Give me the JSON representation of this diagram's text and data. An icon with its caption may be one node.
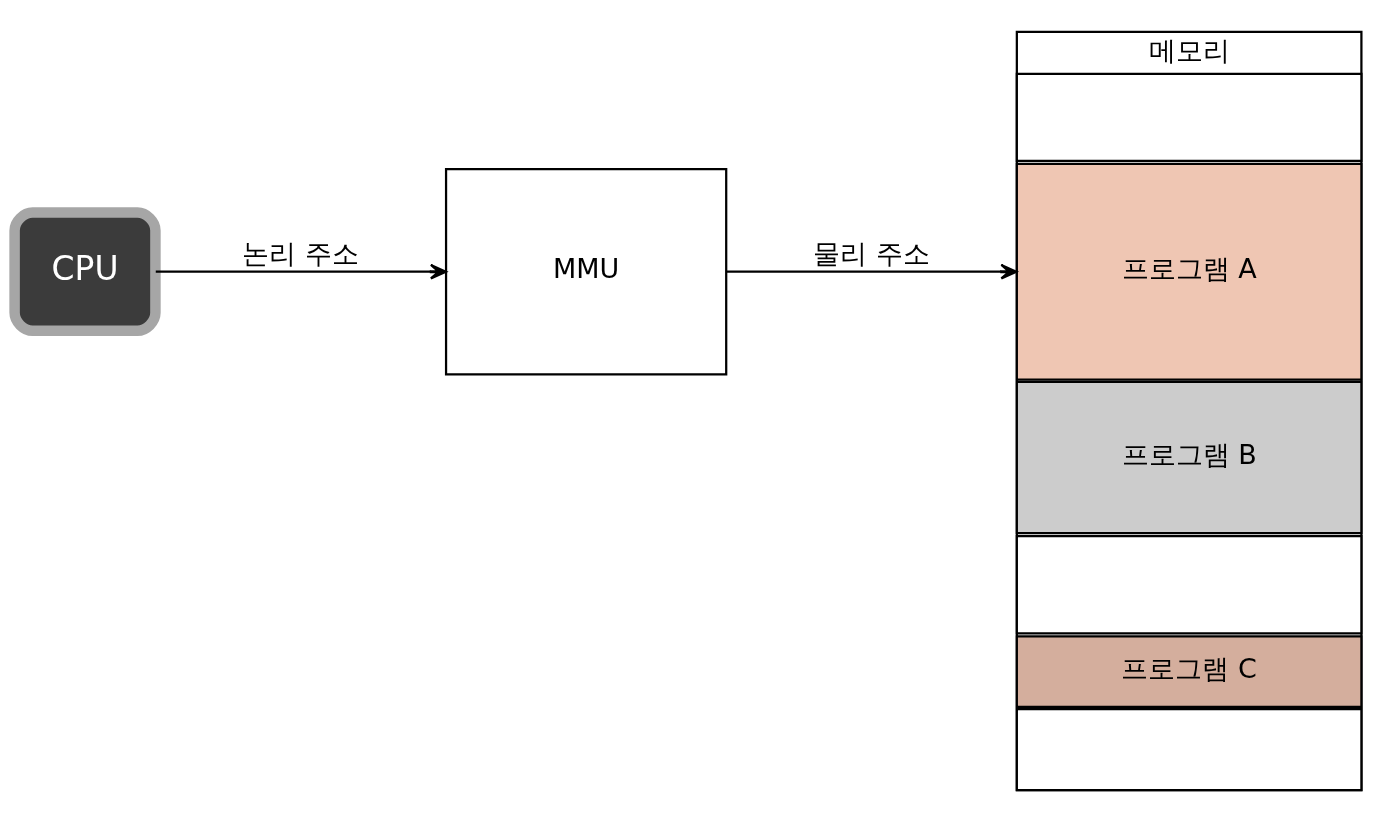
{
  "diagram": {
    "nodes": [
      {
        "text": [
          "CPU"
        ]
      },
      {
        "text": [
          "MMU"
        ]
      },
      {
        "text": [
          "메모리"
        ]
      },
      {
        "text": [],
        "shape": "box",
        "in": 2
      },
      {
        "text": [
          "프로그램 A"
        ],
        "in": 2
      },
      {
        "text": [
          "프로그램 B"
        ],
        "in": 2
      },
      {
        "text": [],
        "shape": "box",
        "in": 2
      },
      {
        "text": [
          "프로그램 C"
        ],
        "in": 2
      },
      {
        "text": [],
        "shape": "box",
        "in": 2
      }
    ],
    "edges": [
      {
        "from": 0,
        "to": 1,
        "arrow": "to",
        "label": "논리 주소"
      },
      {
        "from": 1,
        "to": 4,
        "arrow": "to",
        "label": "물리 주소"
      }
    ]
  }
}
